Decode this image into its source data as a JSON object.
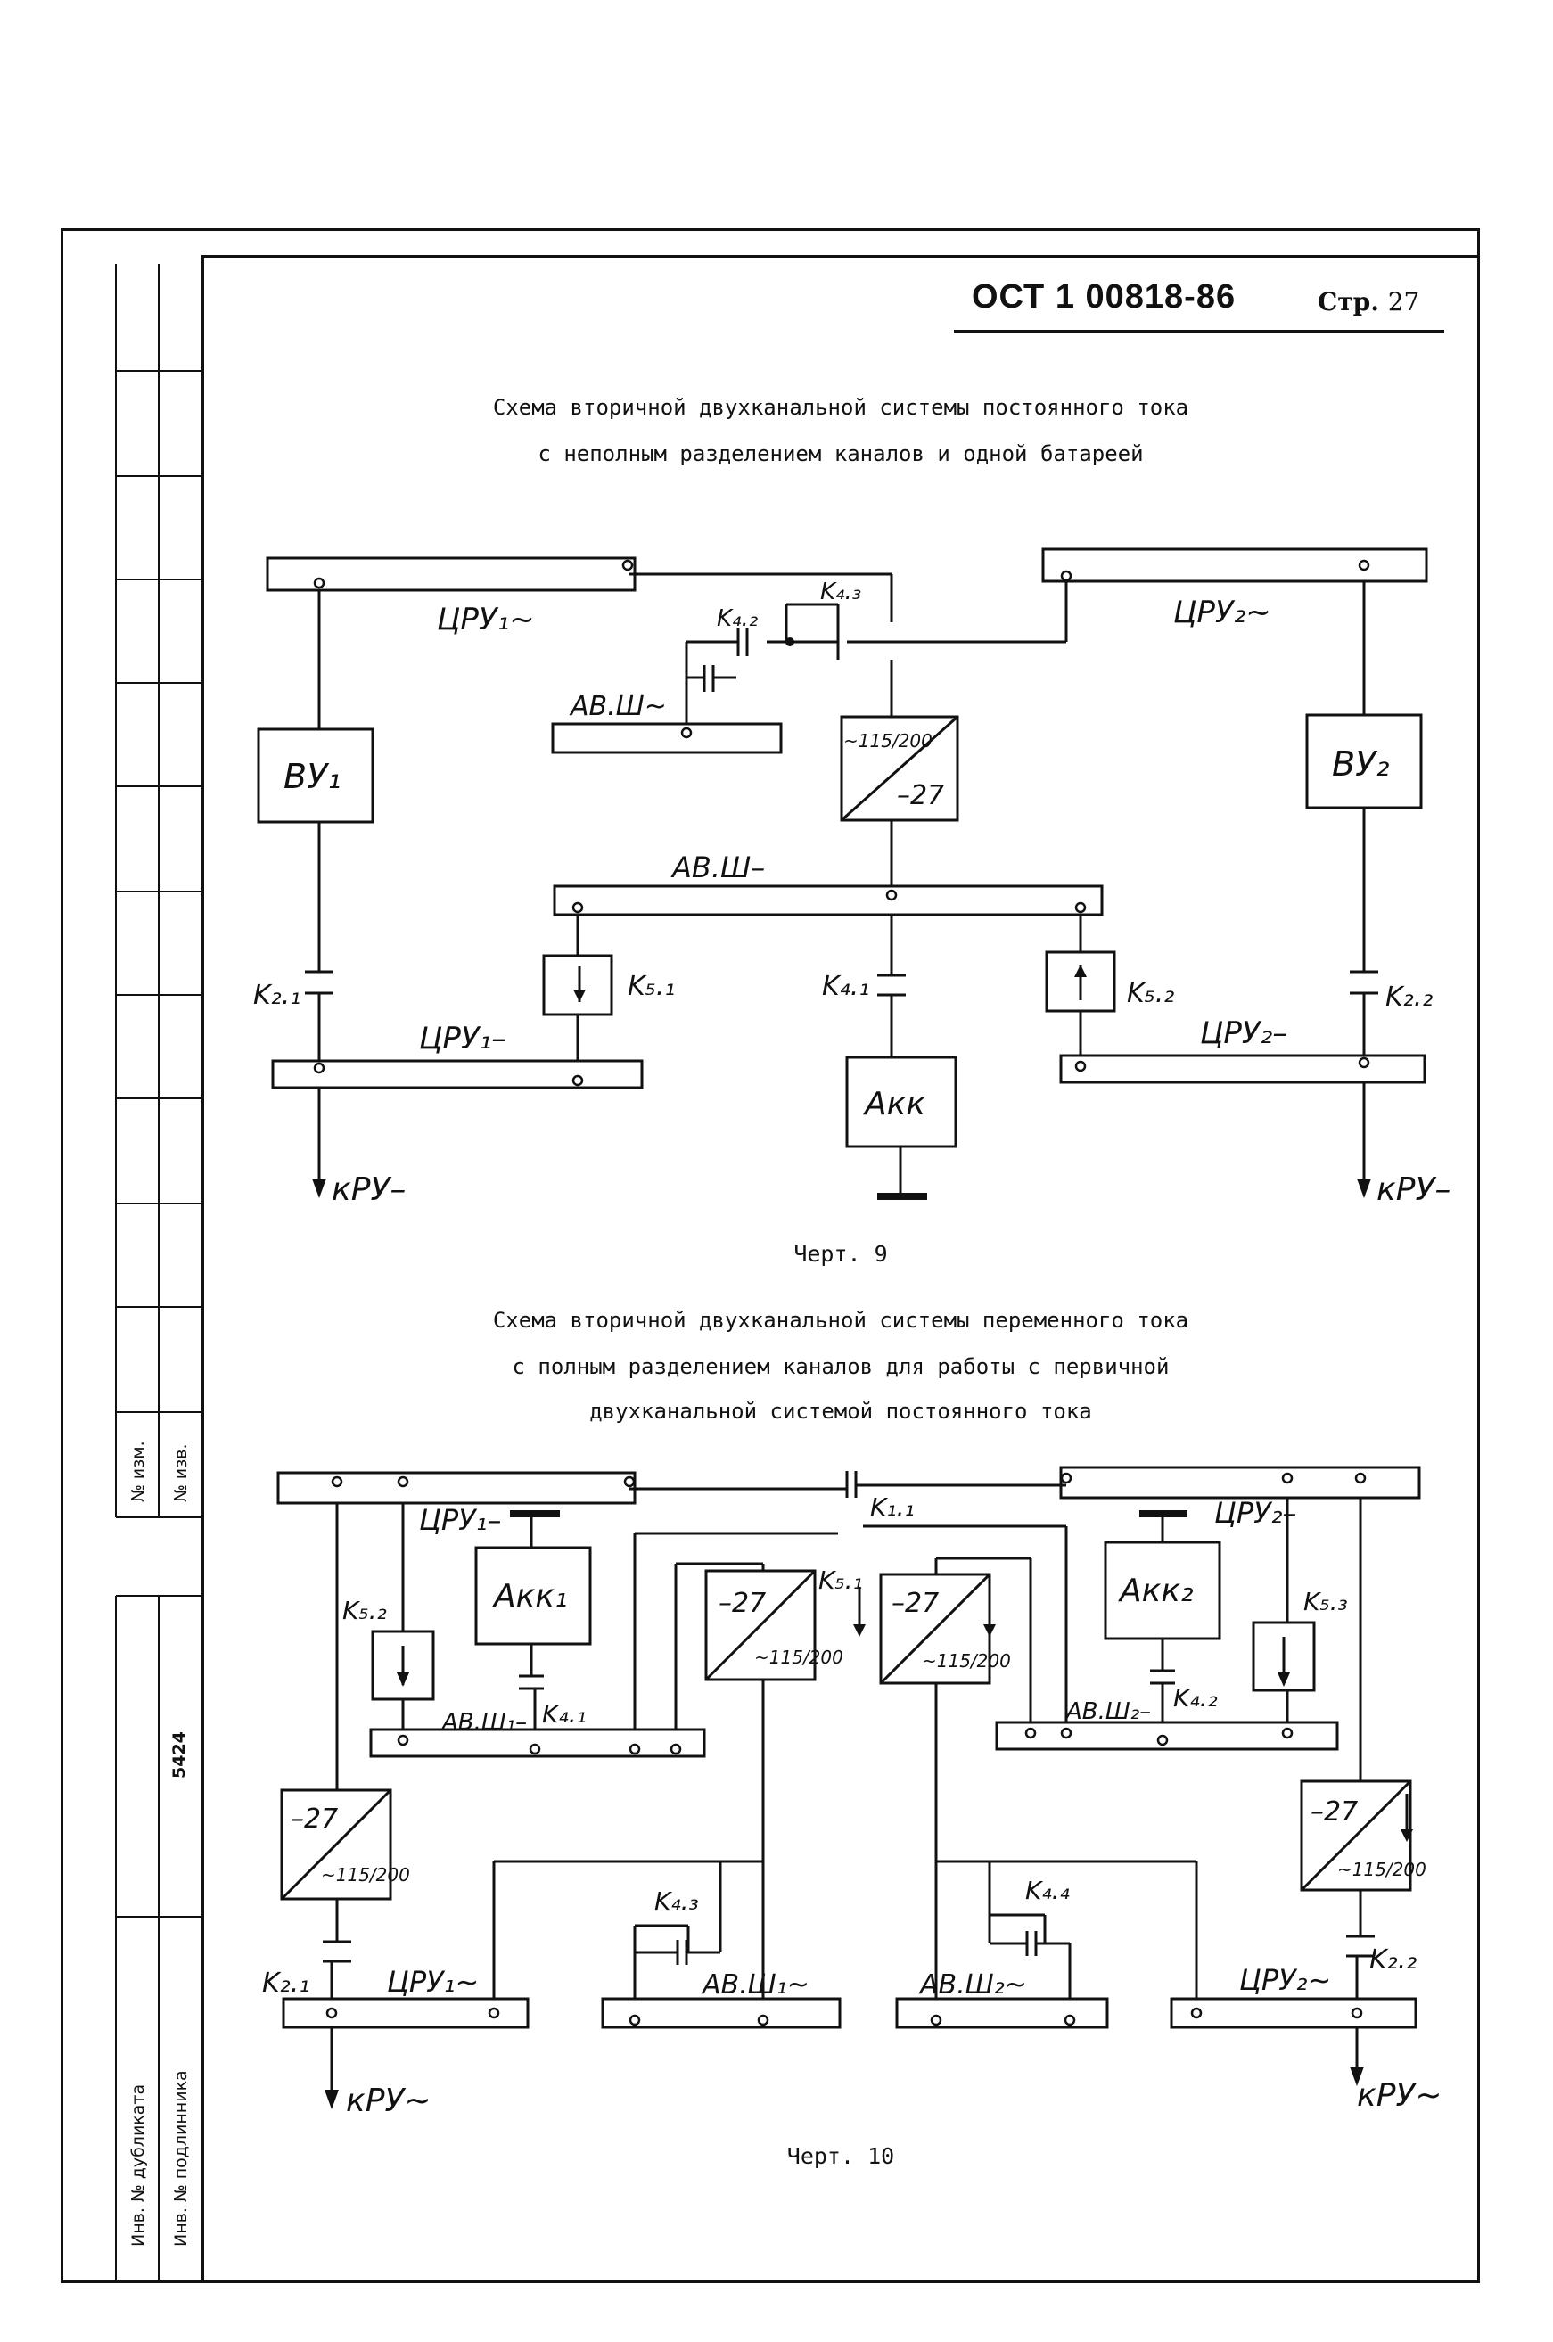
{
  "header": {
    "doc_number": "ОСТ 1 00818-86",
    "page_prefix": "Стр.",
    "page_number": "27"
  },
  "stamp": {
    "change_no": "№ изм.",
    "notice_no": "№ изв.",
    "inv_number": "5424",
    "dup_inv": "Инв. № дубликата",
    "orig_inv": "Инв. № подлинника"
  },
  "figure9": {
    "caption_line1": "Схема вторичной двухканальной системы постоянного тока",
    "caption_line2": "с неполным разделением каналов и одной батареей",
    "label": "Черт. 9",
    "labels": {
      "cru1_ac": "ЦРУ₁~",
      "cru2_ac": "ЦРУ₂~",
      "k42": "K₄.₂",
      "k43": "K₄.₃",
      "avsh_ac": "АВ.Ш~",
      "vu1": "ВУ₁",
      "vu2": "ВУ₂",
      "conv_top": "~115/200",
      "conv_bot": "–27",
      "avsh_dc": "АВ.Ш–",
      "k21": "K₂.₁",
      "k51": "K₅.₁",
      "k41": "K₄.₁",
      "k52": "K₅.₂",
      "k22": "K₂.₂",
      "cru1_dc": "ЦРУ₁–",
      "cru2_dc": "ЦРУ₂–",
      "akk": "Акк",
      "kru_left": "кРУ–",
      "kru_right": "кРУ–"
    }
  },
  "figure10": {
    "caption_line1": "Схема вторичной двухканальной системы переменного тока",
    "caption_line2": "с полным разделением каналов для работы с первичной",
    "caption_line3": "двухканальной системой постоянного тока",
    "label": "Черт. 10",
    "labels": {
      "k11": "K₁.₁",
      "cru1_dc": "ЦРУ₁–",
      "cru2_dc": "ЦРУ₂–",
      "akk1": "Акк₁",
      "akk2": "Акк₂",
      "k52": "K₅.₂",
      "k51": "K₅.₁",
      "k53": "K₅.₃",
      "k41": "K₄.₁",
      "k42": "K₄.₂",
      "avsh1_dc": "АВ.Ш₁–",
      "avsh2_dc": "АВ.Ш₂–",
      "conv_dc": "–27",
      "conv_ac": "~115/200",
      "k43": "K₄.₃",
      "k44": "K₄.₄",
      "k21": "K₂.₁",
      "k22": "K₂.₂",
      "cru1_ac": "ЦРУ₁~",
      "cru2_ac": "ЦРУ₂~",
      "avsh1_ac": "АВ.Ш₁~",
      "avsh2_ac": "АВ.Ш₂~",
      "kru_left": "кРУ~",
      "kru_right": "кРУ~"
    }
  }
}
